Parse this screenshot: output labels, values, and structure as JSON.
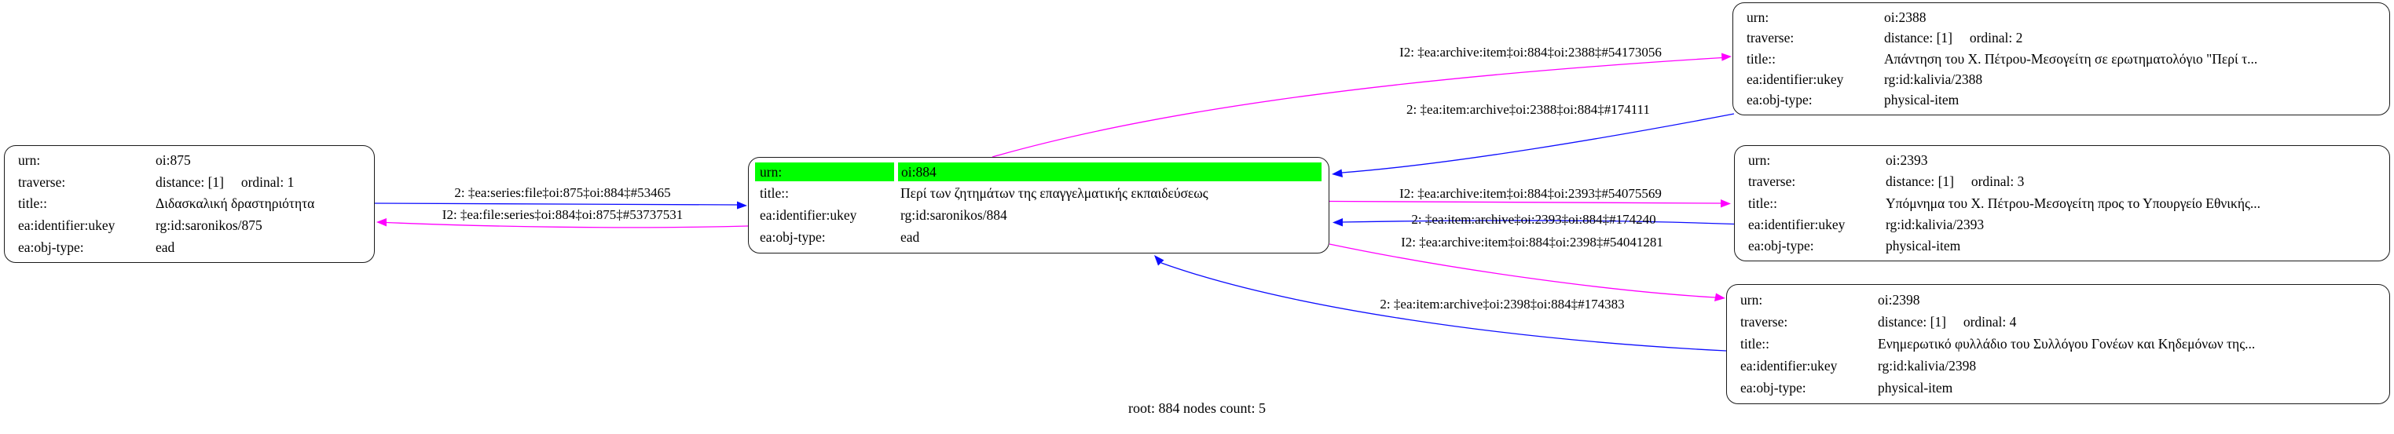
{
  "footer": "root: 884 nodes count: 5",
  "colors": {
    "forward_edge": "#0d0dff",
    "inverse_edge": "#ff00ff",
    "highlight_row": "#00ff00",
    "node_border": "#1a1a1a"
  },
  "nodes": {
    "n875": {
      "rows": [
        {
          "label": "urn:",
          "value": "oi:875"
        },
        {
          "label": "traverse:",
          "value": "distance: [1]     ordinal: 1"
        },
        {
          "label": "title::",
          "value": "Διδασκαλική δραστηριότητα"
        },
        {
          "label": "ea:identifier:ukey",
          "value": "rg:id:saronikos/875"
        },
        {
          "label": "ea:obj-type:",
          "value": "ead"
        }
      ]
    },
    "n884": {
      "rows": [
        {
          "label": "urn:",
          "value": "oi:884"
        },
        {
          "label": "title::",
          "value": "Περί των ζητημάτων της επαγγελματικής εκπαιδεύσεως"
        },
        {
          "label": "ea:identifier:ukey",
          "value": "rg:id:saronikos/884"
        },
        {
          "label": "ea:obj-type:",
          "value": "ead"
        }
      ]
    },
    "n2388": {
      "rows": [
        {
          "label": "urn:",
          "value": "oi:2388"
        },
        {
          "label": "traverse:",
          "value": "distance: [1]     ordinal: 2"
        },
        {
          "label": "title::",
          "value": "Απάντηση του Χ. Πέτρου-Μεσογείτη σε ερωτηματολόγιο \"Περί τ..."
        },
        {
          "label": "ea:identifier:ukey",
          "value": "rg:id:kalivia/2388"
        },
        {
          "label": "ea:obj-type:",
          "value": "physical-item"
        }
      ]
    },
    "n2393": {
      "rows": [
        {
          "label": "urn:",
          "value": "oi:2393"
        },
        {
          "label": "traverse:",
          "value": "distance: [1]     ordinal: 3"
        },
        {
          "label": "title::",
          "value": "Υπόμνημα του Χ. Πέτρου-Μεσογείτη προς το Υπουργείο Εθνικής..."
        },
        {
          "label": "ea:identifier:ukey",
          "value": "rg:id:kalivia/2393"
        },
        {
          "label": "ea:obj-type:",
          "value": "physical-item"
        }
      ]
    },
    "n2398": {
      "rows": [
        {
          "label": "urn:",
          "value": "oi:2398"
        },
        {
          "label": "traverse:",
          "value": "distance: [1]     ordinal: 4"
        },
        {
          "label": "title::",
          "value": "Ενημερωτικό φυλλάδιο του Συλλόγου Γονέων και Κηδεμόνων της..."
        },
        {
          "label": "ea:identifier:ukey",
          "value": "rg:id:kalivia/2398"
        },
        {
          "label": "ea:obj-type:",
          "value": "physical-item"
        }
      ]
    }
  },
  "edges": {
    "e875_884": {
      "label": "2: ‡ea:series:file‡oi:875‡oi:884‡#53465"
    },
    "e884_875": {
      "label": "I2: ‡ea:file:series‡oi:884‡oi:875‡#53737531"
    },
    "e884_2388": {
      "label": "I2: ‡ea:archive:item‡oi:884‡oi:2388‡#54173056"
    },
    "e2388_884": {
      "label": "2: ‡ea:item:archive‡oi:2388‡oi:884‡#174111"
    },
    "e884_2393": {
      "label": "I2: ‡ea:archive:item‡oi:884‡oi:2393‡#54075569"
    },
    "e2393_884": {
      "label": "2: ‡ea:item:archive‡oi:2393‡oi:884‡#174240"
    },
    "e884_2398": {
      "label": "I2: ‡ea:archive:item‡oi:884‡oi:2398‡#54041281"
    },
    "e2398_884": {
      "label": "2: ‡ea:item:archive‡oi:2398‡oi:884‡#174383"
    }
  }
}
